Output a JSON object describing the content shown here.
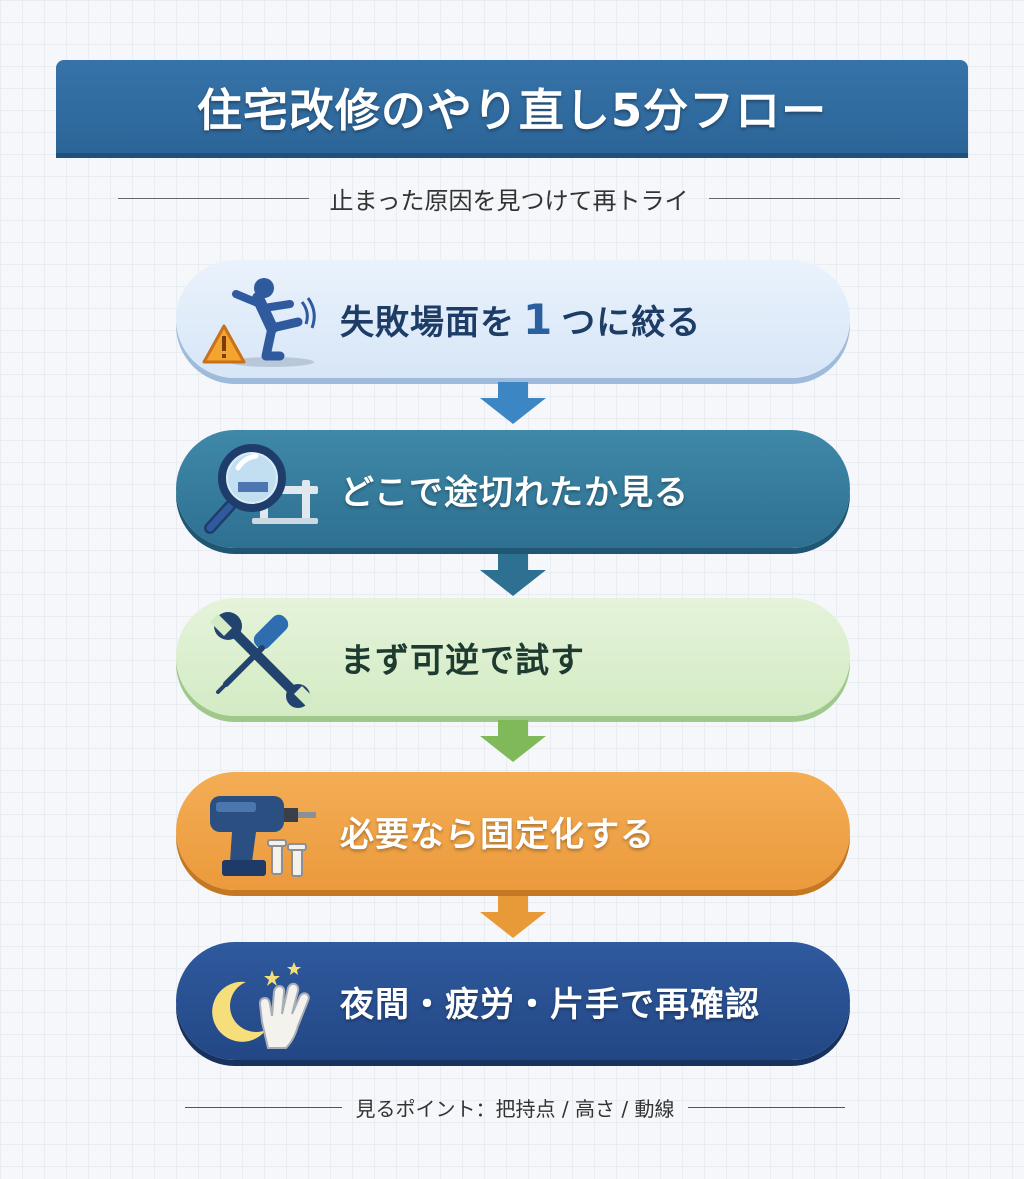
{
  "title": "住宅改修のやり直し5分フロー",
  "subtitle": "止まった原因を見つけて再トライ",
  "steps": [
    {
      "icon": "person-slipping-warning-icon",
      "label_pre": "失敗場面を",
      "label_num": "1",
      "label_post": "つに絞る",
      "color": "#d7e6f7"
    },
    {
      "icon": "magnifying-glass-rail-icon",
      "label": "どこで途切れたか見る",
      "color": "#3f88a8"
    },
    {
      "icon": "wrench-screwdriver-icon",
      "label": "まず可逆で試す",
      "color": "#d3ebc4"
    },
    {
      "icon": "drill-screws-icon",
      "label": "必要なら固定化する",
      "color": "#eb9a3c"
    },
    {
      "icon": "moon-stars-hand-icon",
      "label": "夜間・疲労・片手で再確認",
      "color": "#2f5a9e"
    }
  ],
  "arrow_colors": [
    "#3d86c4",
    "#2e7091",
    "#7fb95a",
    "#e99a38"
  ],
  "footer": "見るポイント：把持点 / 高さ / 動線"
}
